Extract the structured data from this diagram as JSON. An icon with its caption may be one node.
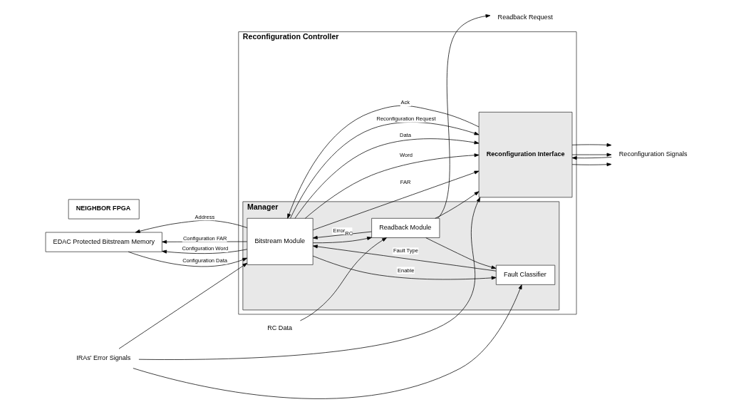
{
  "diagram": {
    "nodes": [
      {
        "text": [
          "EDAC Protected Bitstream Memory"
        ]
      },
      {
        "text": [
          "Reconfiguration Controller"
        ]
      },
      {
        "text": [
          "Manager"
        ],
        "in": 1
      },
      {
        "text": [
          "Bitstream Module"
        ],
        "in": 2
      },
      {
        "text": [
          "Fault Classifier"
        ],
        "in": 2
      },
      {
        "text": [
          "Readback Module"
        ],
        "in": 2
      },
      {
        "text": [
          "Reconfiguration Interface"
        ],
        "in": 1
      },
      {
        "text": [
          "Reconfiguration Signals"
        ]
      },
      {
        "text": [
          "NEIGHBOR FPGA"
        ]
      },
      {
        "text": [
          "RC Data"
        ]
      },
      {
        "text": [
          "Readback Request"
        ]
      },
      {
        "text": [
          "IRAs' Error Signals"
        ]
      }
    ],
    "edges": [
      {
        "from": 3,
        "to": 0,
        "arrow": "to",
        "label": "Address"
      },
      {
        "from": 3,
        "to": 0,
        "arrow": "to",
        "label": "Configuration FAR"
      },
      {
        "from": 3,
        "to": 0,
        "arrow": "to",
        "label": "Configuration Word"
      },
      {
        "from": 0,
        "to": 3,
        "arrow": "to",
        "label": "Configuration Data"
      },
      {
        "from": 3,
        "to": 6,
        "arrow": "to",
        "label": "FAR"
      },
      {
        "from": 3,
        "to": 6,
        "arrow": "to",
        "label": "Word"
      },
      {
        "from": 3,
        "to": 6,
        "arrow": "to",
        "label": "Data"
      },
      {
        "from": 3,
        "to": 6,
        "arrow": "to",
        "label": "Reconfiguration Request"
      },
      {
        "from": 6,
        "to": 3,
        "arrow": "to",
        "label": "Ack"
      },
      {
        "from": 6,
        "to": 7,
        "arrow": "to"
      },
      {
        "from": 6,
        "to": 7,
        "arrow": "to"
      },
      {
        "from": 6,
        "to": 7,
        "arrow": "to"
      },
      {
        "from": 7,
        "to": 6,
        "arrow": "to"
      },
      {
        "from": 4,
        "to": 3,
        "arrow": "to",
        "label": "Fault Type"
      },
      {
        "from": 3,
        "to": 4,
        "arrow": "to",
        "label": "Enable"
      },
      {
        "from": 3,
        "to": 5,
        "arrow": "to"
      },
      {
        "from": 5,
        "to": 3,
        "arrow": "to",
        "label": "Error$_{RC}$"
      },
      {
        "from": 5,
        "to": 4,
        "arrow": "to"
      },
      {
        "from": 5,
        "to": 6,
        "arrow": "to"
      },
      {
        "from": 9,
        "to": 5,
        "arrow": "to"
      },
      {
        "from": 5,
        "to": 10,
        "arrow": "to"
      },
      {
        "from": 11,
        "to": 4,
        "arrow": "to"
      },
      {
        "from": 11,
        "to": 3,
        "arrow": "to"
      },
      {
        "from": 11,
        "to": 6,
        "arrow": "to"
      }
    ]
  }
}
